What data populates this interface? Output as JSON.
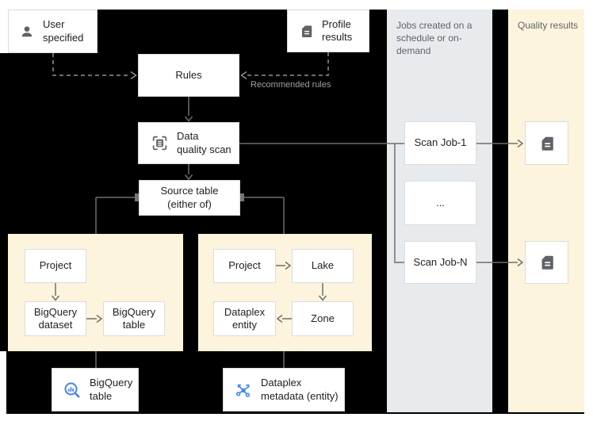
{
  "colors": {
    "canvas": "#000000",
    "panel_yellow": "#fcf4dc",
    "column_gray": "#e8ebee",
    "box_border": "#dadce0",
    "arrow_solid": "#6e6e6e",
    "arrow_dashed": "#8f8f8f",
    "icon_gray": "#5f6368",
    "accent_blue": "#4285f4",
    "text_dark": "#212121",
    "text_muted": "#5f6368",
    "text_on_dark": "#9aa0a6"
  },
  "nodes": {
    "user_specified": {
      "label": "User\nspecified"
    },
    "profile_results": {
      "label": "Profile\nresults"
    },
    "rules": {
      "label": "Rules"
    },
    "data_quality_scan": {
      "label": "Data\nquality scan"
    },
    "source_table": {
      "label": "Source table\n(either of)"
    },
    "bigquery_table_bottom": {
      "label": "BigQuery\ntable"
    },
    "dataplex_metadata_bottom": {
      "label": "Dataplex\nmetadata (entity)"
    }
  },
  "bigquery_panel": {
    "project": "Project",
    "dataset": "BigQuery\ndataset",
    "table": "BigQuery\ntable"
  },
  "dataplex_panel": {
    "project": "Project",
    "lake": "Lake",
    "zone": "Zone",
    "entity": "Dataplex\nentity"
  },
  "jobs_column": {
    "label": "Jobs created on a\nschedule or on-demand",
    "jobs": [
      "Scan Job-1",
      "...",
      "Scan Job-N"
    ]
  },
  "results_column": {
    "label": "Quality results"
  },
  "annotations": {
    "recommended_rules": "Recommended rules"
  }
}
